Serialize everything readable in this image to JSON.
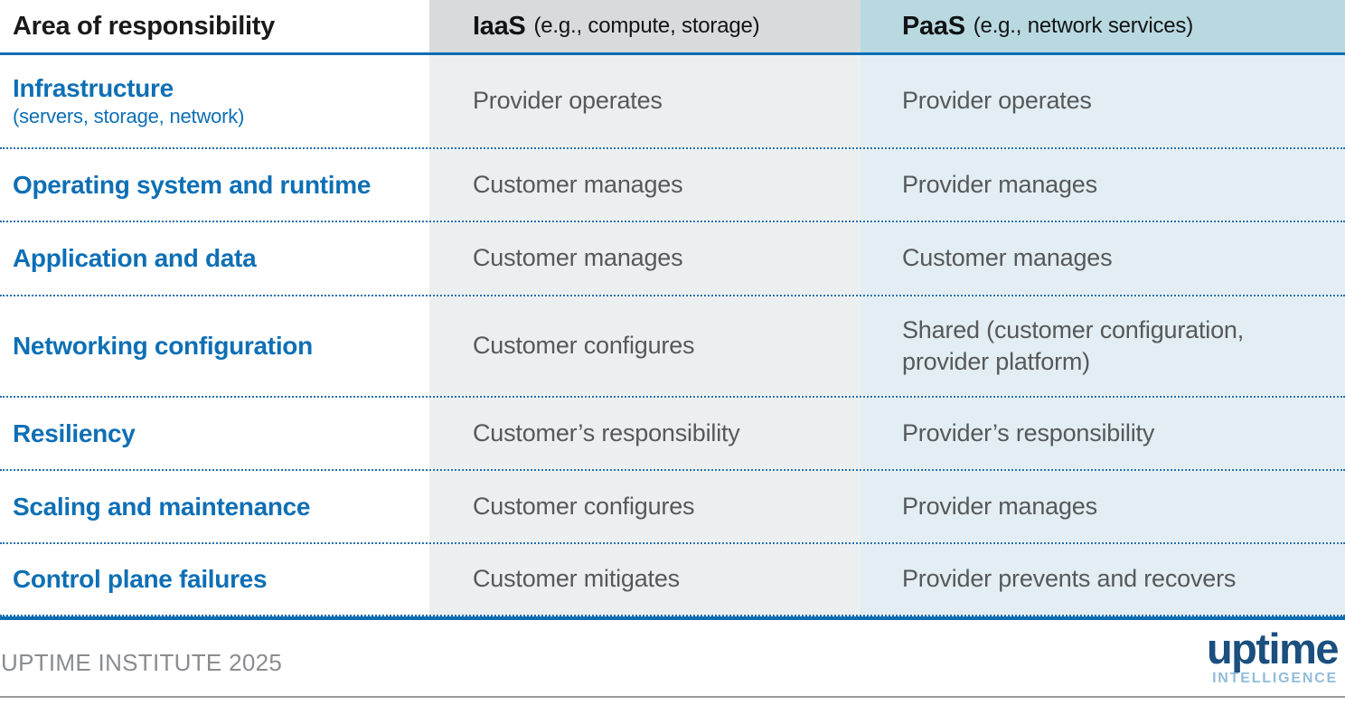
{
  "table": {
    "header": {
      "area_label": "Area of responsibility",
      "iaas_label": "IaaS",
      "iaas_sublabel": "(e.g., compute, storage)",
      "paas_label": "PaaS",
      "paas_sublabel": "(e.g., network services)"
    },
    "rows": [
      {
        "area": "Infrastructure",
        "area_note": "(servers, storage, network)",
        "iaas": "Provider operates",
        "paas": "Provider operates"
      },
      {
        "area": "Operating system and runtime",
        "iaas": "Customer manages",
        "paas": "Provider manages"
      },
      {
        "area": "Application and data",
        "iaas": "Customer manages",
        "paas": "Customer manages"
      },
      {
        "area": "Networking configuration",
        "iaas": "Customer configures",
        "paas": "Shared (customer configuration, provider platform)"
      },
      {
        "area": "Resiliency",
        "iaas": "Customer’s responsibility",
        "paas": "Provider’s responsibility"
      },
      {
        "area": "Scaling and maintenance",
        "iaas": "Customer configures",
        "paas": "Provider manages"
      },
      {
        "area": "Control plane failures",
        "iaas": "Customer mitigates",
        "paas": "Provider prevents and recovers"
      }
    ]
  },
  "footer": {
    "credit": "UPTIME INSTITUTE 2025",
    "brand": "uptime",
    "brand_sub": "INTELLIGENCE"
  },
  "colors": {
    "accent_blue": "#0d6db3",
    "label_blue": "#0e6fb5",
    "iaas_header_bg": "#d8dbdc",
    "iaas_body_bg": "#eceff0",
    "paas_header_bg": "#b9d9e0",
    "paas_body_bg": "#e2eef3",
    "cell_text": "#56585a",
    "footer_text": "#8a8c8f",
    "logo_navy": "#1a4f7e",
    "logo_light_blue": "#93bcd9"
  }
}
